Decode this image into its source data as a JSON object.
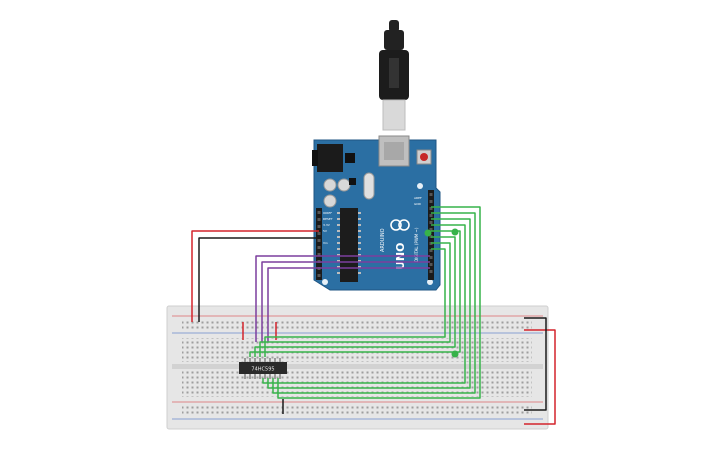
{
  "board": {
    "brand": "ARDUINO",
    "model": "UNO",
    "labels": {
      "aref": "AREF",
      "gnd": "GND",
      "digital": "DIGITAL (PWM ~)",
      "power": "POWER",
      "analog": "ANALOG IN",
      "ioref": "IOREF",
      "reset": "RESET",
      "v33": "3.3V",
      "v5": "5V",
      "vin": "Vin"
    }
  },
  "chip": {
    "label": "74HC595"
  },
  "colors": {
    "board_blue": "#2b6fa3",
    "breadboard": "#e6e6e6",
    "wire_red": "#d4242b",
    "wire_black": "#1b1b1b",
    "wire_green": "#37b34a",
    "wire_purple": "#7c3f9e",
    "chip": "#2a2a2a"
  }
}
